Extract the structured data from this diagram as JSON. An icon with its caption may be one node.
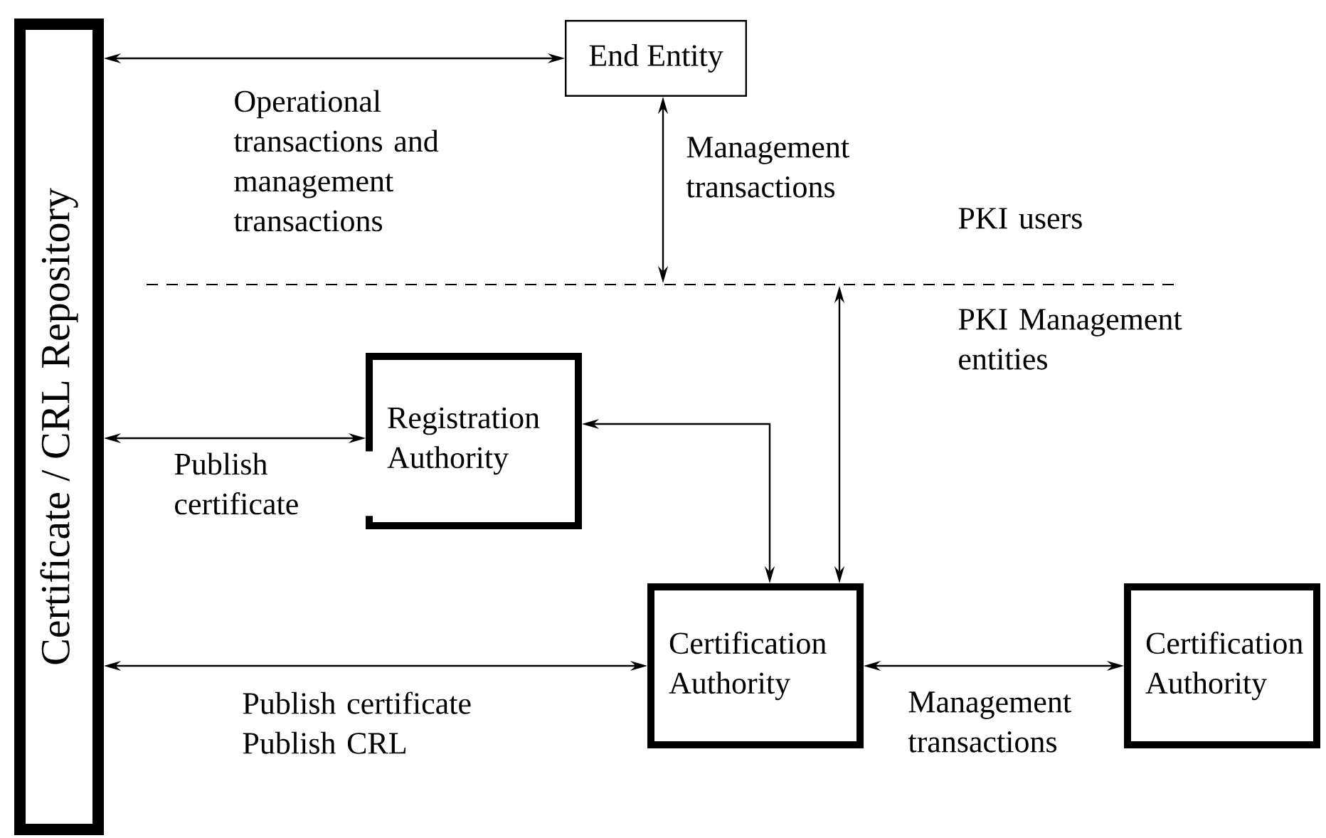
{
  "diagram": {
    "nodes": [
      {
        "text": [
          "Certificate / CRL Repository"
        ]
      },
      {
        "text": [
          "End Entity"
        ]
      },
      {
        "text": [
          "Registration Authority"
        ]
      },
      {
        "text": [
          "Certification Authority"
        ]
      },
      {
        "text": [
          "Certification Authority"
        ]
      }
    ],
    "edges": [
      {
        "from": 0,
        "to": 1,
        "arrow": "both",
        "label": "Operational transactions and management transactions"
      },
      {
        "from": 1,
        "to": null,
        "arrow": "both",
        "label": "Management transactions"
      },
      {
        "from": 3,
        "to": null,
        "arrow": "both"
      },
      {
        "from": 0,
        "to": 2,
        "arrow": "both",
        "label": "Publish certificate"
      },
      {
        "from": 3,
        "to": 2,
        "arrow": "both"
      },
      {
        "from": 0,
        "to": 3,
        "arrow": "both",
        "label": "Publish certificate Publish CRL"
      },
      {
        "from": 3,
        "to": 4,
        "arrow": "both",
        "label": "Management transactions"
      }
    ],
    "labels": [
      "PKI users",
      "PKI Management entities"
    ]
  }
}
